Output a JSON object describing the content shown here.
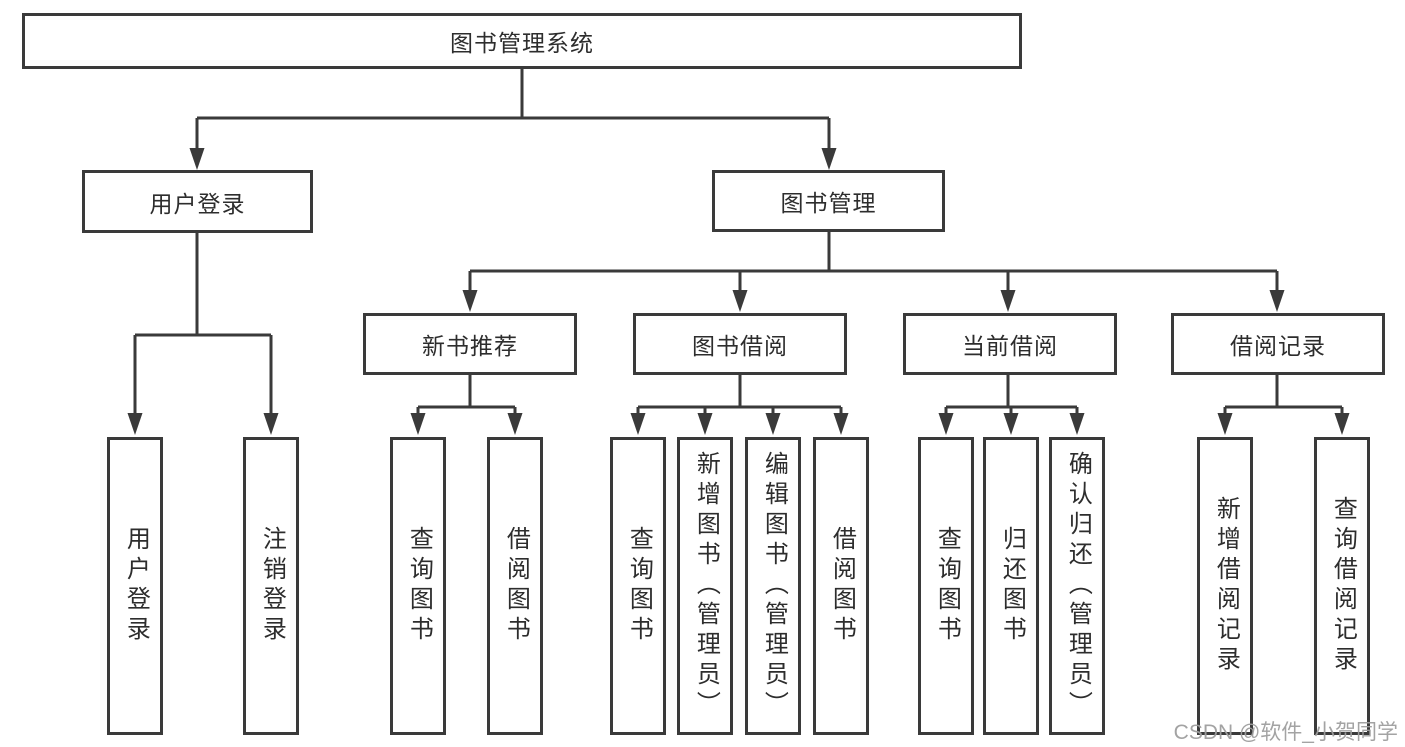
{
  "diagram": {
    "root": {
      "label": "图书管理系统"
    },
    "branches": [
      {
        "label": "用户登录",
        "children": [
          {
            "label": "用户登录"
          },
          {
            "label": "注销登录"
          }
        ]
      },
      {
        "label": "图书管理",
        "children": [
          {
            "label": "新书推荐",
            "children": [
              {
                "label": "查询图书"
              },
              {
                "label": "借阅图书"
              }
            ]
          },
          {
            "label": "图书借阅",
            "children": [
              {
                "label": "查询图书"
              },
              {
                "label": "新增图书（管理员）"
              },
              {
                "label": "编辑图书（管理员）"
              },
              {
                "label": "借阅图书"
              }
            ]
          },
          {
            "label": "当前借阅",
            "children": [
              {
                "label": "查询图书"
              },
              {
                "label": "归还图书"
              },
              {
                "label": "确认归还（管理员）"
              }
            ]
          },
          {
            "label": "借阅记录",
            "children": [
              {
                "label": "新增借阅记录"
              },
              {
                "label": "查询借阅记录"
              }
            ]
          }
        ]
      }
    ]
  },
  "watermark": {
    "text": "CSDN @软件_小贺同学"
  },
  "colors": {
    "line": "#3a3a3a",
    "border": "#3a3a3a",
    "text": "#2d2d2d",
    "watermark": "#9e9e9e",
    "background": "#ffffff"
  }
}
